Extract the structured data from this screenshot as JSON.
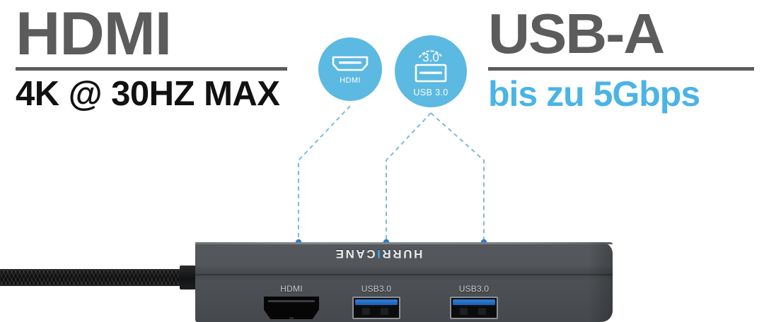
{
  "left_feature": {
    "title": "HDMI",
    "subtitle": "4K @ 30HZ MAX",
    "title_color": "#5c5c5c",
    "subtitle_color": "#111111"
  },
  "right_feature": {
    "title": "USB-A",
    "subtitle": "bis zu 5Gbps",
    "title_color": "#5c5c5c",
    "subtitle_color": "#4bb4e5"
  },
  "icons": {
    "accent_color": "#5cb9e2",
    "hdmi": {
      "label": "HDMI",
      "glyph_name": "hdmi-port-icon"
    },
    "usb": {
      "label": "USB 3.0",
      "badge": "3.0",
      "glyph_name": "usb-a-port-icon"
    }
  },
  "device": {
    "brand": "HURRICANE",
    "brand_accent_letter": "I",
    "brand_prefix": "HURR",
    "brand_suffix": "CANE",
    "body_color": "#4d5054",
    "ports": [
      {
        "label": "HDMI",
        "type": "hdmi"
      },
      {
        "label": "USB3.0",
        "type": "usb3"
      },
      {
        "label": "USB3.0",
        "type": "usb3"
      }
    ]
  },
  "leader_lines": {
    "color": "#7fb9dd",
    "dot_color": "#2e7cc4"
  }
}
